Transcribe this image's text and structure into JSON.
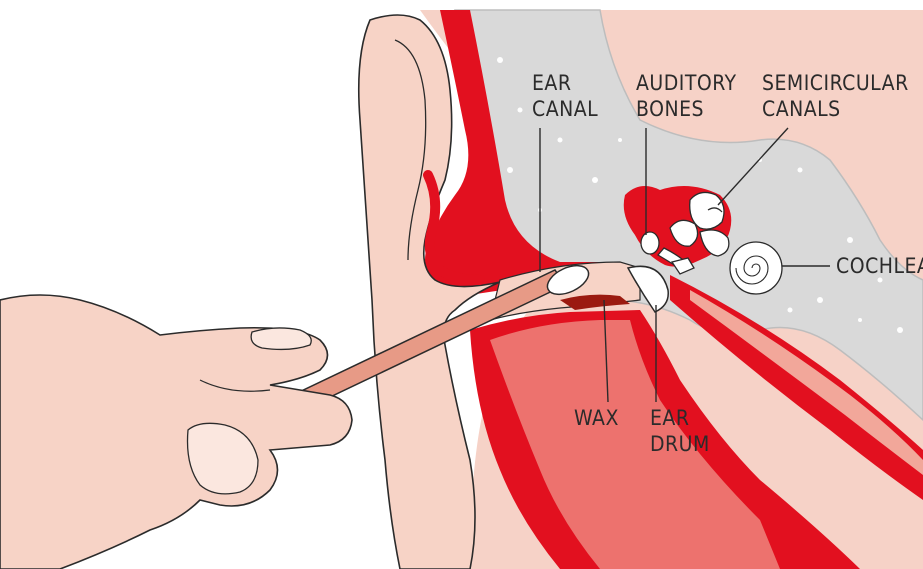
{
  "labels": {
    "ear_canal": [
      "EAR",
      "CANAL"
    ],
    "auditory_bones": [
      "AUDITORY",
      "BONES"
    ],
    "semicircular_canals": [
      "SEMICIRCULAR",
      "CANALS"
    ],
    "cochlea": "COCHLEA",
    "wax": "WAX",
    "ear_drum": [
      "EAR",
      "DRUM"
    ]
  },
  "colors": {
    "tissue_red": "#e2101f",
    "tissue_pink": "#f2a79a",
    "bone_grey": "#d9d9d9",
    "skin": "#f7d3c6",
    "outline": "#2b2b2b",
    "background": "#ffffff"
  }
}
